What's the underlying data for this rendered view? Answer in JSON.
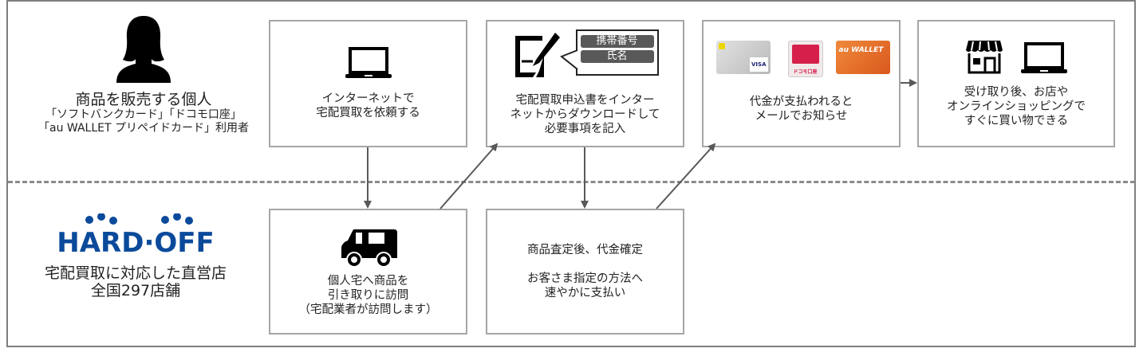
{
  "seller": {
    "title": "商品を販売する個人",
    "subtitle": "「ソフトバンクカード」「ドコモ口座」\n「au WALLET プリペイドカード」利用者",
    "icon": "person-silhouette-icon"
  },
  "store": {
    "logo_text": "HARD·OFF",
    "title": "宅配買取に対応した直営店",
    "subtitle": "全国297店舗"
  },
  "steps": [
    {
      "id": 1,
      "lane": "seller",
      "icon": "laptop-icon",
      "text": "インターネットで\n宅配買取を依頼する"
    },
    {
      "id": 2,
      "lane": "store",
      "icon": "delivery-van-icon",
      "text": "個人宅へ商品を\n引き取りに訪問\n（宅配業者が訪問します）"
    },
    {
      "id": 3,
      "lane": "seller",
      "icon": "form-writing-icon",
      "text": "宅配買取申込書をインター\nネットからダウンロードして\n必要事項を記入",
      "form_fields": [
        "携帯番号",
        "氏名"
      ]
    },
    {
      "id": 4,
      "lane": "store",
      "icon": "",
      "text": "商品査定後、代金確定\n\nお客さま指定の方法へ\n速やかに支払い"
    },
    {
      "id": 5,
      "lane": "seller",
      "icon": "payment-cards-icon",
      "text": "代金が支払われると\nメールでお知らせ",
      "cards": [
        "SoftBank card",
        "ドコモ口座",
        "au WALLET"
      ]
    },
    {
      "id": 6,
      "lane": "seller",
      "icon": "store-and-laptop-icon",
      "text": "受け取り後、お店や\nオンラインショッピングで\nすぐに買い物できる"
    }
  ],
  "card_labels": {
    "softbank": "VISA",
    "docomo": "ドコモ口座",
    "au": "au WALLET"
  },
  "colors": {
    "frame": "#7f7f7f",
    "box_border": "#a6a6a6",
    "arrow": "#595959",
    "logo_blue": "#0b4a9b",
    "au_orange": "#e8722a",
    "docomo_red": "#d6204b"
  }
}
